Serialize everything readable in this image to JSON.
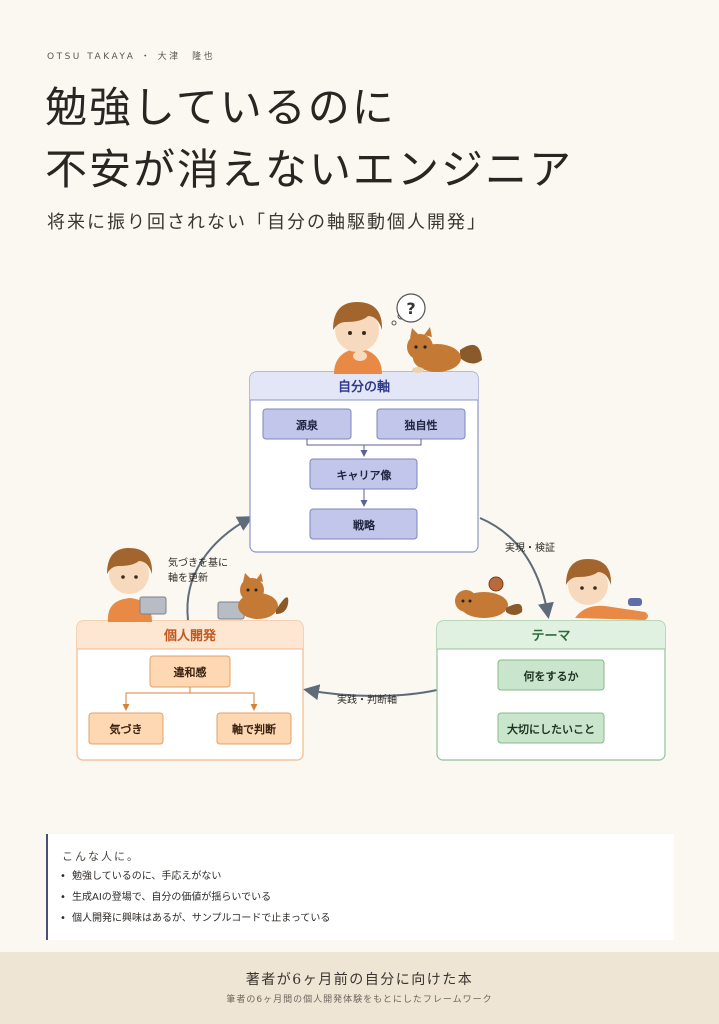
{
  "author": "OTSU TAKAYA ・ 大津　隆也",
  "title_lines": [
    "勉強しているのに",
    "不安が消えないエンジニア"
  ],
  "subtitle": "将来に振り回されない「自分の軸駆動個人開発」",
  "diagram": {
    "thought_bubble": "?",
    "axis": {
      "title": "自分の軸",
      "items": [
        "源泉",
        "独自性",
        "キャリア像",
        "戦略"
      ]
    },
    "theme": {
      "title": "テーマ",
      "items": [
        "何をするか",
        "大切にしたいこと"
      ]
    },
    "dev": {
      "title": "個人開発",
      "items": [
        "違和感",
        "気づき",
        "軸で判断"
      ]
    },
    "arrows": {
      "axis_to_theme": "実現・検証",
      "theme_to_dev": "実践・判断軸",
      "dev_to_axis": [
        "気づきを基に",
        "軸を更新"
      ]
    }
  },
  "note": {
    "heading": "こんな人に。",
    "items": [
      "勉強しているのに、手応えがない",
      "生成AIの登場で、自分の価値が揺らいでいる",
      "個人開発に興味はあるが、サンプルコードで止まっている"
    ]
  },
  "footer": {
    "title": "著者が6ヶ月前の自分に向けた本",
    "subtitle": "筆者の6ヶ月間の個人開発体験をもとにしたフレームワーク"
  }
}
